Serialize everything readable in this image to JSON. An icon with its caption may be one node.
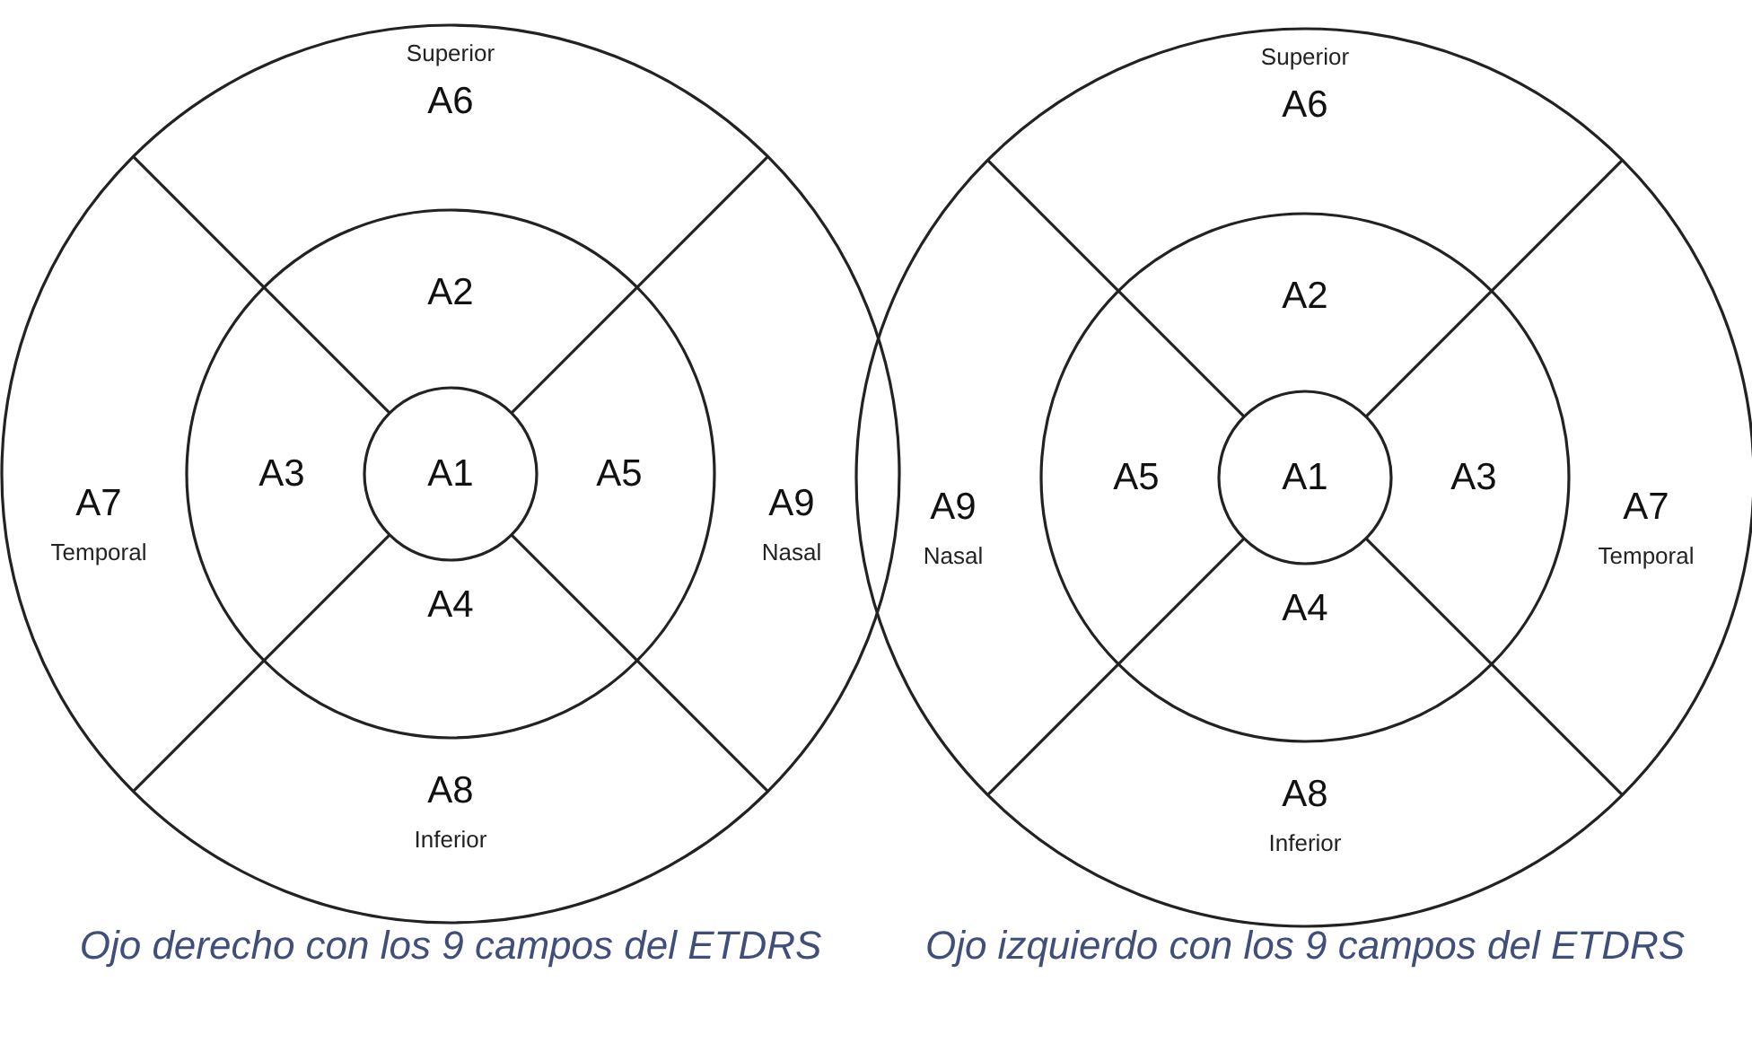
{
  "diagram": {
    "nodes": [
      {
        "text": [
          "Superior",
          "A6"
        ]
      },
      {
        "text": [
          "A2"
        ]
      },
      {
        "text": [
          "A7",
          "Temporal"
        ]
      },
      {
        "text": [
          "A3"
        ]
      },
      {
        "text": [
          "A1"
        ]
      },
      {
        "text": [
          "A5"
        ]
      },
      {
        "text": [
          "A9",
          "Nasal"
        ]
      },
      {
        "text": [
          "A4"
        ]
      },
      {
        "text": [
          "A8",
          "Inferior"
        ]
      },
      {
        "text": [
          "Superior",
          "A6"
        ]
      },
      {
        "text": [
          "A2"
        ]
      },
      {
        "text": [
          "A9",
          "Nasal"
        ]
      },
      {
        "text": [
          "A5"
        ]
      },
      {
        "text": [
          "A1"
        ]
      },
      {
        "text": [
          "A3"
        ]
      },
      {
        "text": [
          "A7",
          "Temporal"
        ]
      },
      {
        "text": [
          "A4"
        ]
      },
      {
        "text": [
          "A8",
          "Inferior"
        ]
      }
    ],
    "labels": [
      "Ojo derecho con los 9 campos del ETDRS",
      "Ojo izquierdo con los 9 campos del ETDRS"
    ]
  }
}
